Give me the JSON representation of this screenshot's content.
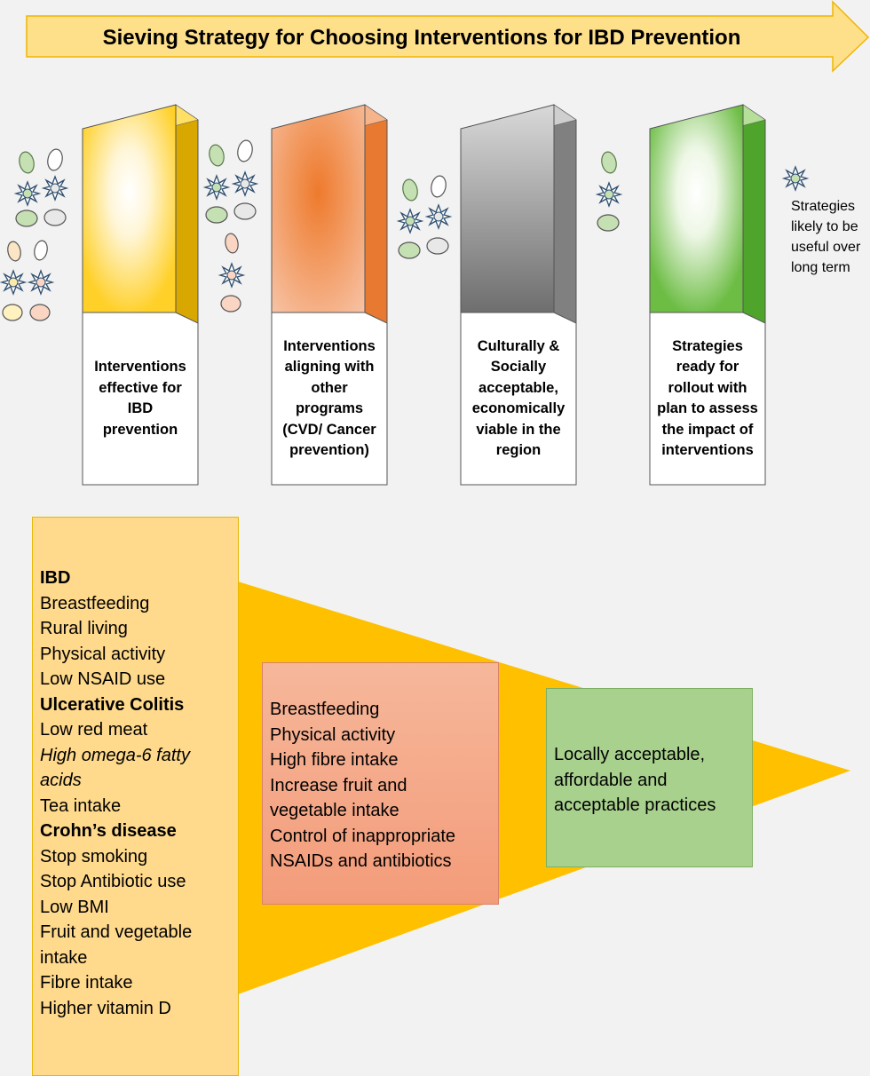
{
  "title": "Sieving Strategy for Choosing  Interventions for IBD Prevention",
  "cards": [
    {
      "label": "Interventions effective for IBD prevention",
      "lines": [
        "Interventions",
        "effective for",
        "IBD",
        "prevention"
      ],
      "color": "#ffd23f"
    },
    {
      "label": "Interventions aligning with other programs (CVD/ Cancer prevention)",
      "lines": [
        "Interventions",
        "aligning with",
        "other",
        "programs",
        "(CVD/ Cancer",
        "prevention)"
      ],
      "color": "#f08a3c"
    },
    {
      "label": "Culturally & Socially acceptable, economically viable in the region",
      "lines": [
        "Culturally &",
        "Socially",
        "acceptable,",
        "economically",
        "viable in the",
        "region"
      ],
      "color": "#8c8c8c"
    },
    {
      "label": "Strategies ready for rollout with plan to assess the impact of interventions",
      "lines": [
        "Strategies",
        "ready for",
        "rollout with",
        "plan to assess",
        "the impact of",
        "interventions"
      ],
      "color": "#6fbf4a"
    }
  ],
  "legend": {
    "lines": [
      "Strategies",
      "likely to be",
      "useful over",
      "long term"
    ]
  },
  "lists": {
    "left": [
      {
        "text": "IBD",
        "style": "bold"
      },
      {
        "text": "Breastfeeding",
        "style": "normal"
      },
      {
        "text": "Rural living",
        "style": "normal"
      },
      {
        "text": "Physical activity",
        "style": "normal"
      },
      {
        "text": "Low NSAID use",
        "style": "normal"
      },
      {
        "text": "Ulcerative Colitis",
        "style": "bold"
      },
      {
        "text": "Low red meat",
        "style": "normal"
      },
      {
        "text": "High omega-6 fatty",
        "style": "italic"
      },
      {
        "text": "acids",
        "style": "italic"
      },
      {
        "text": "Tea intake",
        "style": "normal"
      },
      {
        "text": "Crohn’s disease",
        "style": "bold"
      },
      {
        "text": "Stop smoking",
        "style": "normal"
      },
      {
        "text": "Stop Antibiotic use",
        "style": "normal"
      },
      {
        "text": "Low BMI",
        "style": "normal"
      },
      {
        "text": "Fruit and vegetable",
        "style": "normal"
      },
      {
        "text": "intake",
        "style": "normal"
      },
      {
        "text": "Fibre intake",
        "style": "normal"
      },
      {
        "text": "Higher vitamin D",
        "style": "normal"
      }
    ],
    "middle": [
      "Breastfeeding",
      "Physical activity",
      "High fibre intake",
      "Increase fruit and",
      "vegetable intake",
      "Control of inappropriate",
      "NSAIDs and antibiotics"
    ],
    "right": [
      "Locally acceptable,",
      "affordable and",
      "acceptable practices"
    ]
  },
  "colors": {
    "arrow": "#ffe08a",
    "funnel": "#ffc000",
    "left_box": "#ffd98c",
    "middle_box": "#f4a989",
    "right_box": "#a9d18e"
  }
}
